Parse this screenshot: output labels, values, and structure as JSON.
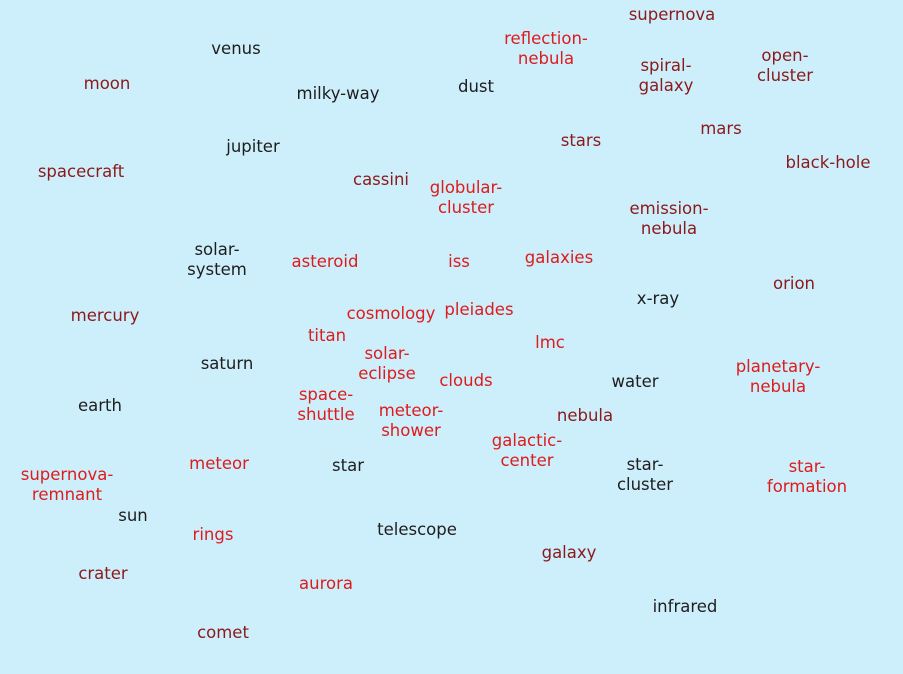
{
  "colors": {
    "background": "#cdeefb",
    "red": "#dd1c1c",
    "maroon": "#8b1a1a",
    "dark": "#1e1e1e"
  },
  "words": [
    {
      "id": "supernova",
      "lines": [
        "supernova"
      ],
      "color": "maroon"
    },
    {
      "id": "reflection-nebula",
      "lines": [
        "reflection-",
        "nebula"
      ],
      "color": "red"
    },
    {
      "id": "venus",
      "lines": [
        "venus"
      ],
      "color": "dark"
    },
    {
      "id": "spiral-galaxy",
      "lines": [
        "spiral-",
        "galaxy"
      ],
      "color": "maroon"
    },
    {
      "id": "open-cluster",
      "lines": [
        "open-",
        "cluster"
      ],
      "color": "maroon"
    },
    {
      "id": "moon",
      "lines": [
        "moon"
      ],
      "color": "maroon"
    },
    {
      "id": "dust",
      "lines": [
        "dust"
      ],
      "color": "dark"
    },
    {
      "id": "milky-way",
      "lines": [
        "milky-way"
      ],
      "color": "dark"
    },
    {
      "id": "mars",
      "lines": [
        "mars"
      ],
      "color": "maroon"
    },
    {
      "id": "stars",
      "lines": [
        "stars"
      ],
      "color": "maroon"
    },
    {
      "id": "jupiter",
      "lines": [
        "jupiter"
      ],
      "color": "dark"
    },
    {
      "id": "black-hole",
      "lines": [
        "black-hole"
      ],
      "color": "maroon"
    },
    {
      "id": "spacecraft",
      "lines": [
        "spacecraft"
      ],
      "color": "maroon"
    },
    {
      "id": "cassini",
      "lines": [
        "cassini"
      ],
      "color": "maroon"
    },
    {
      "id": "globular-cluster",
      "lines": [
        "globular-",
        "cluster"
      ],
      "color": "red"
    },
    {
      "id": "emission-nebula",
      "lines": [
        "emission-",
        "nebula"
      ],
      "color": "maroon"
    },
    {
      "id": "solar-system",
      "lines": [
        "solar-",
        "system"
      ],
      "color": "dark"
    },
    {
      "id": "asteroid",
      "lines": [
        "asteroid"
      ],
      "color": "red"
    },
    {
      "id": "iss",
      "lines": [
        "iss"
      ],
      "color": "red"
    },
    {
      "id": "galaxies",
      "lines": [
        "galaxies"
      ],
      "color": "red"
    },
    {
      "id": "orion",
      "lines": [
        "orion"
      ],
      "color": "maroon"
    },
    {
      "id": "x-ray",
      "lines": [
        "x-ray"
      ],
      "color": "dark"
    },
    {
      "id": "mercury",
      "lines": [
        "mercury"
      ],
      "color": "maroon"
    },
    {
      "id": "cosmology",
      "lines": [
        "cosmology"
      ],
      "color": "red"
    },
    {
      "id": "pleiades",
      "lines": [
        "pleiades"
      ],
      "color": "red"
    },
    {
      "id": "titan",
      "lines": [
        "titan"
      ],
      "color": "red"
    },
    {
      "id": "lmc",
      "lines": [
        "lmc"
      ],
      "color": "red"
    },
    {
      "id": "saturn",
      "lines": [
        "saturn"
      ],
      "color": "dark"
    },
    {
      "id": "solar-eclipse",
      "lines": [
        "solar-",
        "eclipse"
      ],
      "color": "red"
    },
    {
      "id": "planetary-nebula",
      "lines": [
        "planetary-",
        "nebula"
      ],
      "color": "red"
    },
    {
      "id": "clouds",
      "lines": [
        "clouds"
      ],
      "color": "red"
    },
    {
      "id": "water",
      "lines": [
        "water"
      ],
      "color": "dark"
    },
    {
      "id": "earth",
      "lines": [
        "earth"
      ],
      "color": "dark"
    },
    {
      "id": "space-shuttle",
      "lines": [
        "space-",
        "shuttle"
      ],
      "color": "red"
    },
    {
      "id": "meteor-shower",
      "lines": [
        "meteor-",
        "shower"
      ],
      "color": "red"
    },
    {
      "id": "nebula",
      "lines": [
        "nebula"
      ],
      "color": "maroon"
    },
    {
      "id": "galactic-center",
      "lines": [
        "galactic-",
        "center"
      ],
      "color": "red"
    },
    {
      "id": "meteor",
      "lines": [
        "meteor"
      ],
      "color": "red"
    },
    {
      "id": "star",
      "lines": [
        "star"
      ],
      "color": "dark"
    },
    {
      "id": "star-cluster",
      "lines": [
        "star-",
        "cluster"
      ],
      "color": "dark"
    },
    {
      "id": "star-formation",
      "lines": [
        "star-",
        "formation"
      ],
      "color": "red"
    },
    {
      "id": "supernova-remnant",
      "lines": [
        "supernova-",
        "remnant"
      ],
      "color": "red"
    },
    {
      "id": "sun",
      "lines": [
        "sun"
      ],
      "color": "dark"
    },
    {
      "id": "rings",
      "lines": [
        "rings"
      ],
      "color": "red"
    },
    {
      "id": "telescope",
      "lines": [
        "telescope"
      ],
      "color": "dark"
    },
    {
      "id": "galaxy",
      "lines": [
        "galaxy"
      ],
      "color": "maroon"
    },
    {
      "id": "crater",
      "lines": [
        "crater"
      ],
      "color": "maroon"
    },
    {
      "id": "aurora",
      "lines": [
        "aurora"
      ],
      "color": "red"
    },
    {
      "id": "infrared",
      "lines": [
        "infrared"
      ],
      "color": "dark"
    },
    {
      "id": "comet",
      "lines": [
        "comet"
      ],
      "color": "maroon"
    }
  ]
}
